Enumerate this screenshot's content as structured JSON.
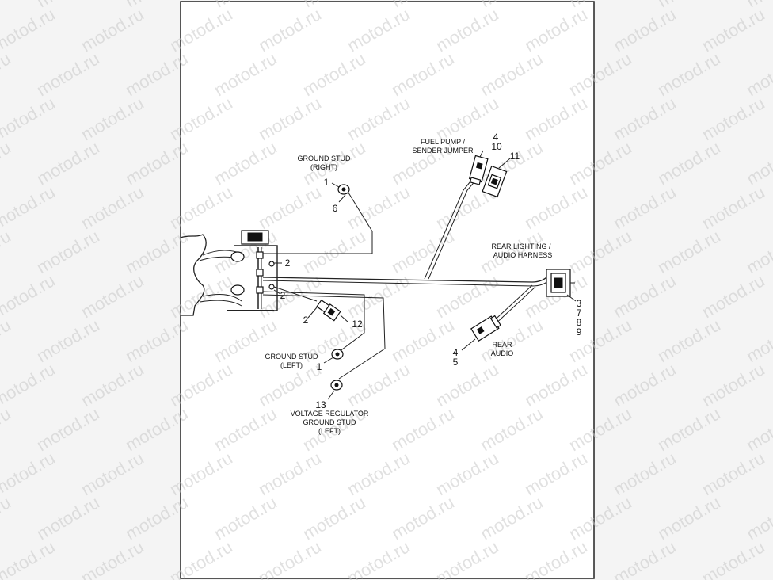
{
  "watermark": "motod.ru",
  "labels": {
    "ground_stud_right": [
      "GROUND STUD",
      "(RIGHT)"
    ],
    "fuel_pump": [
      "FUEL PUMP /",
      "SENDER JUMPER"
    ],
    "rear_lighting": [
      "REAR LIGHTING /",
      "AUDIO HARNESS"
    ],
    "ground_stud_left": [
      "GROUND STUD",
      "(LEFT)"
    ],
    "rear_audio": [
      "REAR",
      "AUDIO"
    ],
    "voltage_regulator": [
      "VOLTAGE REGULATOR",
      "GROUND STUD",
      "(LEFT)"
    ]
  },
  "callouts": {
    "gsr_1": "1",
    "gsr_6": "6",
    "fp_4": "4",
    "fp_10": "10",
    "fp_11": "11",
    "frame_2a": "2",
    "frame_2b": "2",
    "frame_2c": "2",
    "conn_12": "12",
    "gsl_1": "1",
    "vr_13": "13",
    "ra_4": "4",
    "ra_5": "5",
    "rl_3": "3",
    "rl_7": "7",
    "rl_8": "8",
    "rl_9": "9"
  }
}
